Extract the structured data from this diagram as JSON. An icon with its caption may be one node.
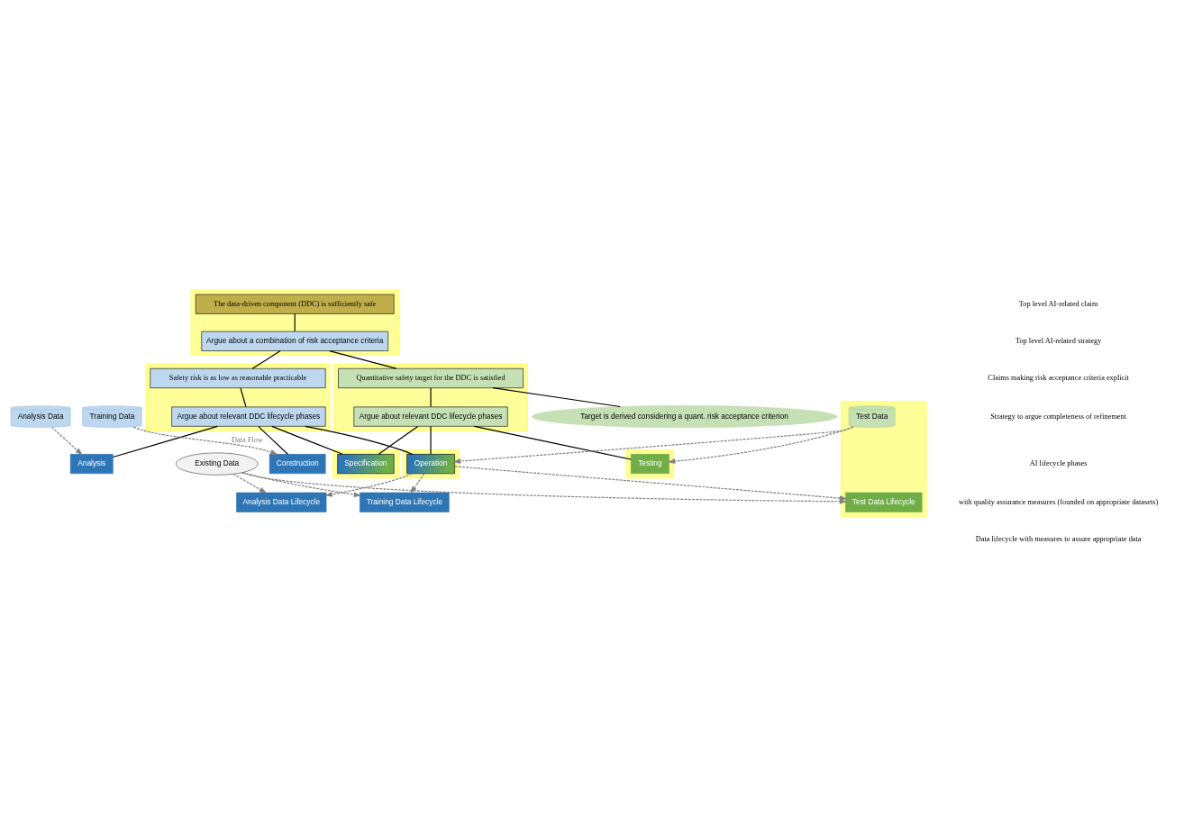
{
  "diagram": {
    "nodes": [
      {
        "text": [],
        "shape": "box"
      },
      {
        "text": [
          "The data-driven component (DDC) is sufficiently safe"
        ],
        "in": 0
      },
      {
        "text": [
          "Argue about a combination of risk acceptance criteria"
        ],
        "in": 0
      },
      {
        "text": [],
        "shape": "box"
      },
      {
        "text": [
          "Safety risk is as low as reasonable practicable"
        ],
        "in": 3
      },
      {
        "text": [
          "Argue about relevant DDC lifecycle phases"
        ],
        "in": 3
      },
      {
        "text": [],
        "shape": "box"
      },
      {
        "text": [
          "Quantitative safety target for the DDC is satisfied"
        ],
        "in": 6
      },
      {
        "text": [
          "Argue about relevant DDC lifecycle phases"
        ],
        "in": 6
      },
      {
        "text": [
          "Target is derived considering a quant. risk acceptance criterion"
        ]
      },
      {
        "text": [],
        "shape": "box"
      },
      {
        "text": [
          "Specification"
        ],
        "in": 10
      },
      {
        "text": [
          "Construction"
        ]
      },
      {
        "text": [
          "Analysis"
        ]
      },
      {
        "text": [],
        "shape": "box"
      },
      {
        "text": [
          "Testing"
        ],
        "in": 14
      },
      {
        "text": [],
        "shape": "box"
      },
      {
        "text": [
          "Operation"
        ],
        "in": 16
      },
      {
        "text": [],
        "shape": "box"
      },
      {
        "text": [
          "Training Data"
        ]
      },
      {
        "text": [
          "Analysis Data"
        ]
      },
      {
        "text": [
          "Test Data"
        ],
        "in": 18
      },
      {
        "text": [
          "Training Data Lifecycle"
        ]
      },
      {
        "text": [
          "Analysis Data Lifecycle"
        ]
      },
      {
        "text": [
          "Test Data Lifecycle"
        ],
        "in": 18
      },
      {
        "text": [
          "Existing Data"
        ]
      }
    ],
    "edges": [
      {
        "from": 1,
        "to": 2,
        "arrow": "none"
      },
      {
        "from": 2,
        "to": 4,
        "arrow": "none"
      },
      {
        "from": 2,
        "to": 7,
        "arrow": "none"
      },
      {
        "from": 4,
        "to": 5,
        "arrow": "none"
      },
      {
        "from": 7,
        "to": 8,
        "arrow": "none"
      },
      {
        "from": 7,
        "to": 9,
        "arrow": "none"
      },
      {
        "from": 5,
        "to": 11,
        "arrow": "none"
      },
      {
        "from": 5,
        "to": 12,
        "arrow": "none"
      },
      {
        "from": 5,
        "to": 13,
        "arrow": "none"
      },
      {
        "from": 5,
        "to": 17,
        "arrow": "none"
      },
      {
        "from": 8,
        "to": 11,
        "arrow": "none"
      },
      {
        "from": 8,
        "to": 15,
        "arrow": "none"
      },
      {
        "from": 8,
        "to": 17,
        "arrow": "none"
      },
      {
        "from": 19,
        "to": 12,
        "arrow": "to",
        "label": "Data Flow",
        "style": "dashed",
        "color": "#808080"
      },
      {
        "from": 20,
        "to": 13,
        "arrow": "to",
        "style": "dashed",
        "color": "#808080"
      },
      {
        "from": 21,
        "to": 15,
        "arrow": "to",
        "style": "dashed",
        "color": "#808080"
      },
      {
        "from": 21,
        "to": 17,
        "arrow": "to",
        "style": "dashed",
        "color": "#808080"
      },
      {
        "from": 25,
        "to": 22,
        "arrow": "to",
        "style": "dashed",
        "color": "#808080"
      },
      {
        "from": 25,
        "to": 23,
        "arrow": "to",
        "style": "dashed",
        "color": "#808080"
      },
      {
        "from": 25,
        "to": 24,
        "arrow": "to",
        "style": "dashed",
        "color": "#808080"
      },
      {
        "from": 17,
        "to": 22,
        "arrow": "to",
        "style": "dashed",
        "color": "#808080"
      },
      {
        "from": 17,
        "to": 23,
        "arrow": "to",
        "style": "dashed",
        "color": "#808080"
      },
      {
        "from": 17,
        "to": 24,
        "arrow": "to",
        "style": "dashed",
        "color": "#808080"
      }
    ],
    "labels": [
      "Top level AI-related claim",
      "Top level AI-related strategy",
      "Claims making risk acceptance criteria explicit",
      "Strategy to argue completeness of refinement",
      "AI lifecycle phases",
      "with quality assurance measures (founded on appropriate datasets)",
      "Data lifecycle with measures to assure appropriate data"
    ]
  }
}
